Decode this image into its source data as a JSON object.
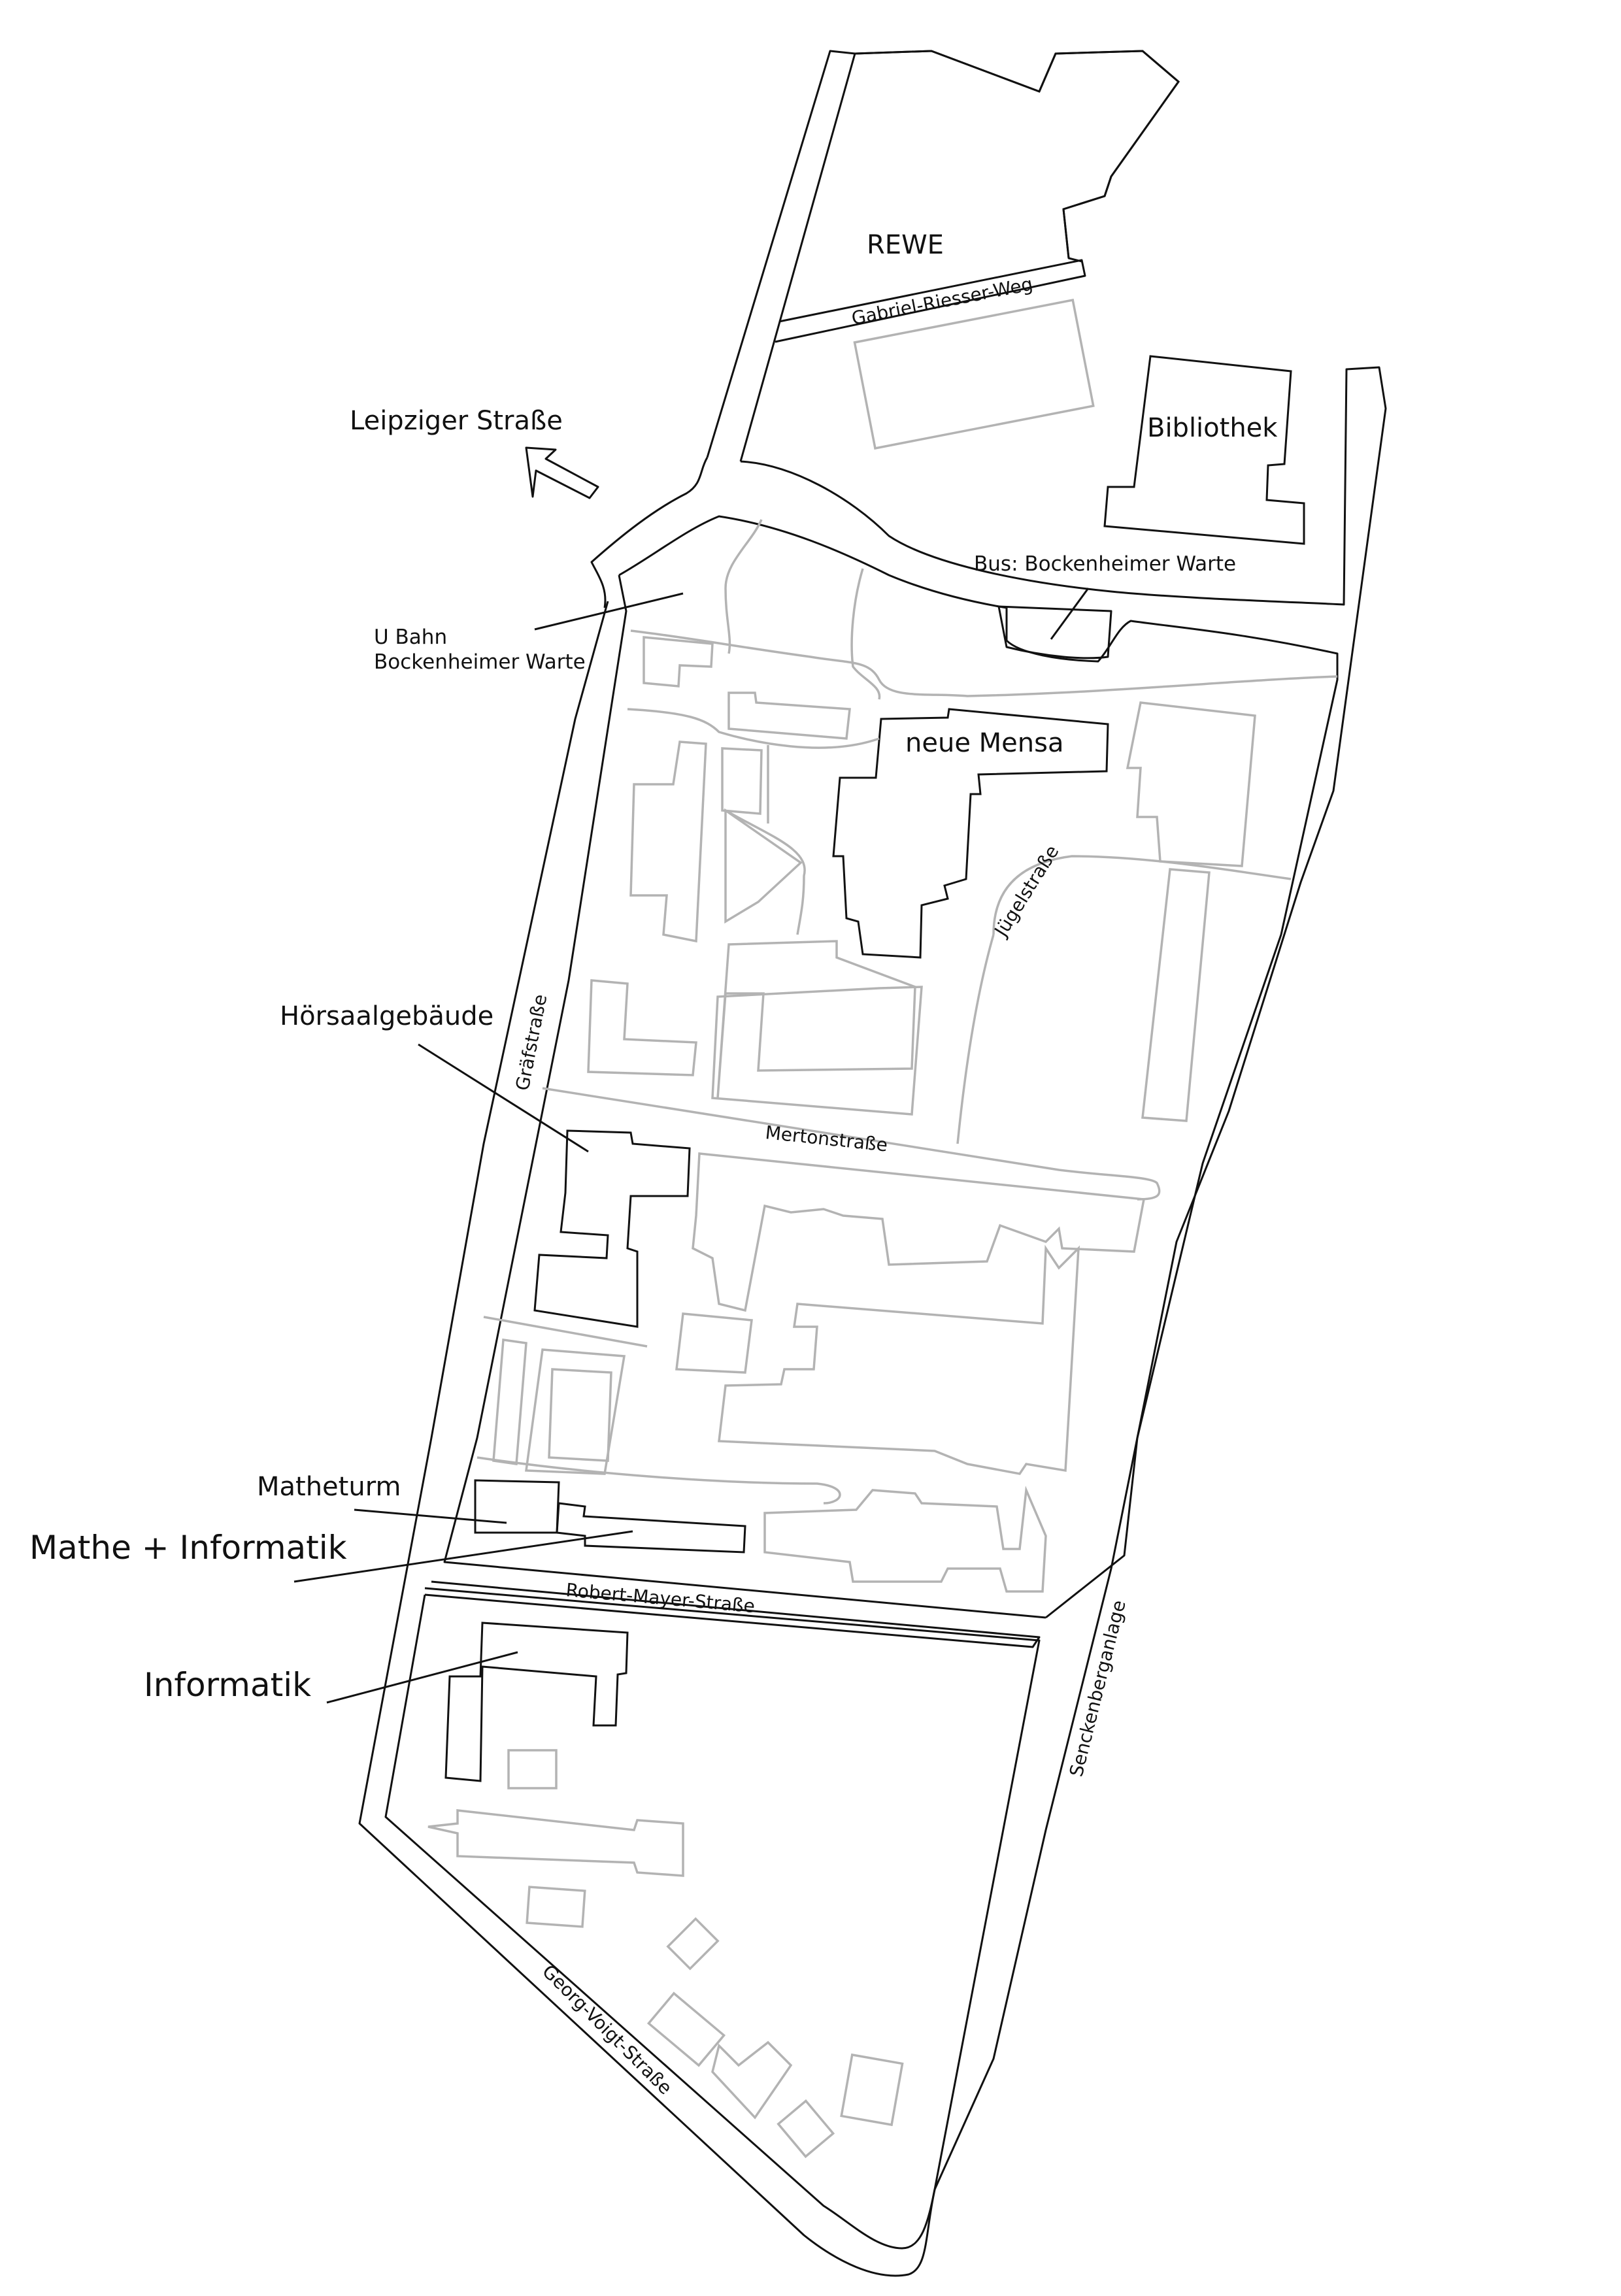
{
  "labels": {
    "rewe": "REWE",
    "gabriel_riesser_weg": "Gabriel-Riesser-Weg",
    "bibliothek": "Bibliothek",
    "leipziger_strasse": "Leipziger Straße",
    "bus_stop": "Bus: Bockenheimer Warte",
    "u_bahn_line1": "U Bahn",
    "u_bahn_line2": "Bockenheimer Warte",
    "neue_mensa": "neue Mensa",
    "juegelstrasse": "Jügelstraße",
    "hoersaalgebaeude": "Hörsaalgebäude",
    "graefstrasse": "Gräfstraße",
    "mertonstrasse": "Mertonstraße",
    "matheturm": "Matheturm",
    "mathe_informatik": "Mathe + Informatik",
    "robert_mayer_strasse": "Robert-Mayer-Straße",
    "informatik": "Informatik",
    "senckenberganlage": "Senckenberganlage",
    "georg_voigt_strasse": "Georg-Voigt-Straße"
  },
  "colors": {
    "background": "#ffffff",
    "outline": "#111111",
    "background_buildings": "#b3b3b3"
  }
}
